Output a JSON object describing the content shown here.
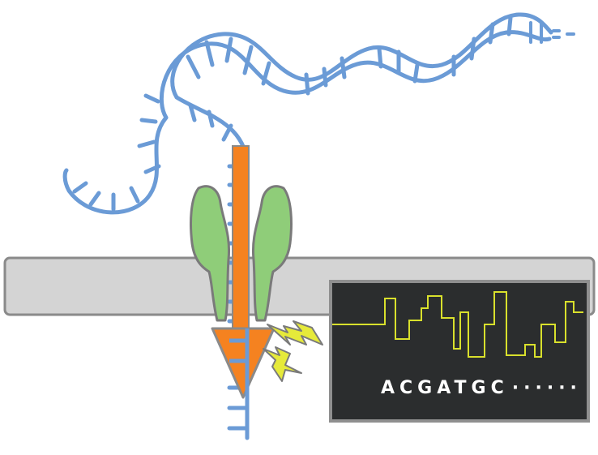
{
  "readout": {
    "sequence": "ACGATGC",
    "trailing": "······"
  },
  "colors": {
    "dna": "#6b9bd6",
    "membrane_fill": "#d4d4d4",
    "membrane_stroke": "#8a8a8a",
    "protein": "#8fcd79",
    "protein_stroke": "#7a7a7a",
    "motor": "#f58220",
    "spark": "#e6ea3a",
    "screen_bg": "#2b2d2e",
    "screen_border": "#8f8f8f",
    "trace": "#d9e02c",
    "readout_text": "#ffffff"
  },
  "elements": {
    "dna_helix": "double-stranded-dna",
    "single_strand": "single-stranded-dna",
    "membrane": "lipid-membrane",
    "nanopore": "nanopore-protein",
    "motor_enzyme": "motor-enzyme",
    "signal": "lightning-bolt-icon",
    "monitor": "current-trace-display"
  }
}
